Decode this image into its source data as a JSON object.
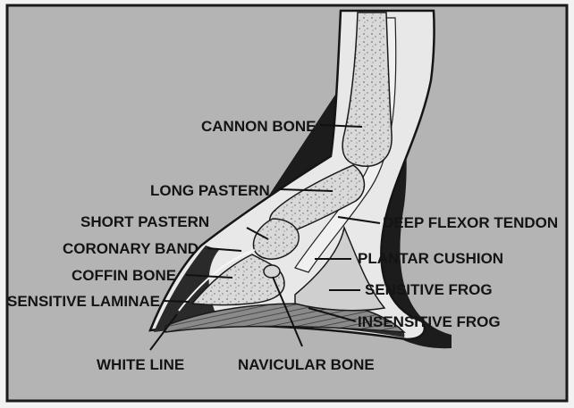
{
  "figure": {
    "labels": {
      "cannon_bone": "CANNON BONE",
      "long_pastern": "LONG PASTERN",
      "short_pastern": "SHORT PASTERN",
      "coronary_band": "CORONARY BAND",
      "coffin_bone": "COFFIN BONE",
      "sensitive_laminae": "SENSITIVE LAMINAE",
      "white_line": "WHITE LINE",
      "navicular_bone": "NAVICULAR BONE",
      "deep_flexor_tendon": "DEEP FLEXOR TENDON",
      "plantar_cushion": "PLANTAR CUSHION",
      "sensitive_frog": "SENSITIVE FROG",
      "insensitive_frog": "INSENSITIVE FROG"
    }
  }
}
